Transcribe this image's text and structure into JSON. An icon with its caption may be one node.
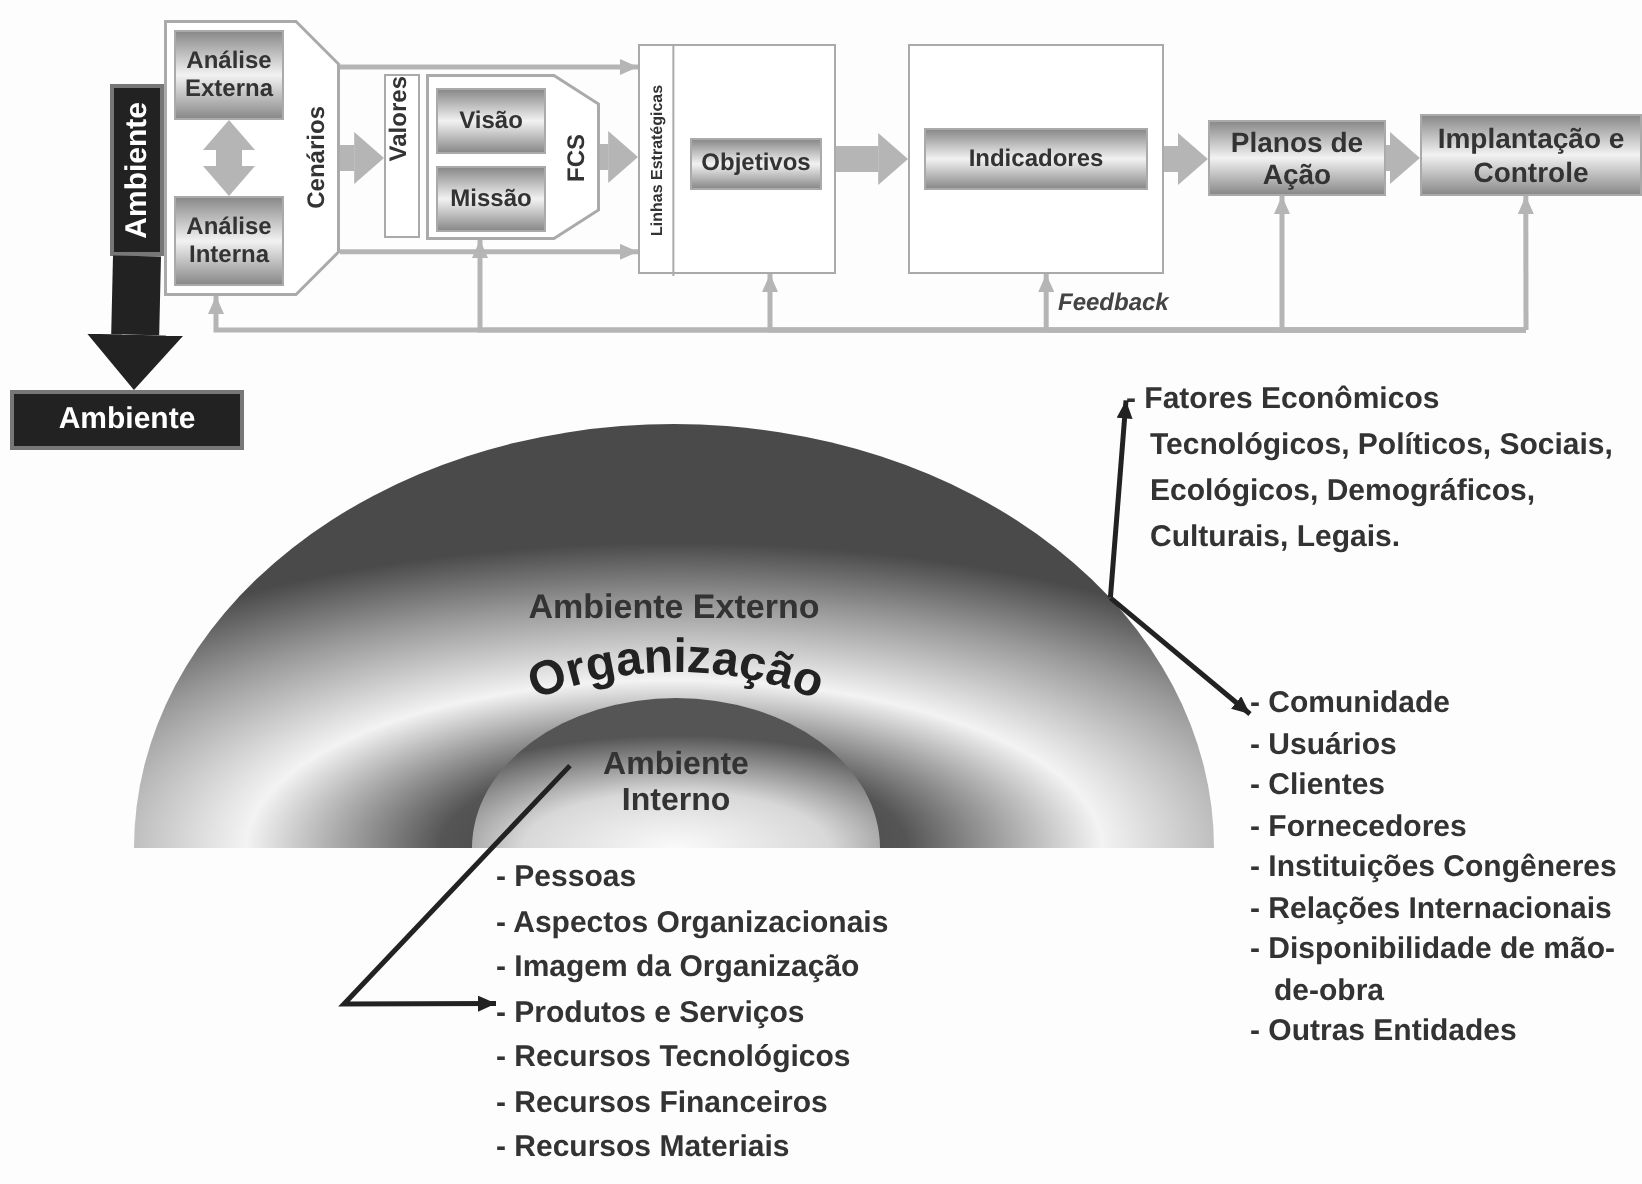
{
  "diagram": {
    "nodes": [
      {
        "text": [
          "Ambiente"
        ]
      },
      {
        "text": [
          "Cenários"
        ]
      },
      {
        "text": [
          "Análise Externa"
        ],
        "in": 1
      },
      {
        "text": [
          "Análise Interna"
        ],
        "in": 1
      },
      {
        "text": [
          "Valores"
        ]
      },
      {
        "text": [
          "FCS"
        ]
      },
      {
        "text": [
          "Visão"
        ],
        "in": 5
      },
      {
        "text": [
          "Missão"
        ],
        "in": 5
      },
      {
        "text": [
          "Linhas Estratégicas"
        ]
      },
      {
        "text": [
          "Objetivos"
        ],
        "in": 8
      },
      {
        "text": [],
        "shape": "box"
      },
      {
        "text": [
          "Indicadores"
        ],
        "in": 10
      },
      {
        "text": [
          "Planos de Ação"
        ]
      },
      {
        "text": [
          "Implantação e Controle"
        ]
      },
      {
        "text": [
          "Ambiente"
        ]
      },
      {
        "text": [
          "Ambiente Externo",
          "Organização"
        ]
      },
      {
        "text": [
          "Ambiente Interno"
        ],
        "in": 15
      },
      {
        "text": [
          "- Fatores Econômicos Tecnológicos, Políticos, Sociais, Ecológicos, Demográficos, Culturais, Legais."
        ]
      },
      {
        "text": [
          "- Comunidade",
          "- Usuários",
          "- Clientes",
          "- Fornecedores",
          "- Instituições Congêneres",
          "- Relações Internacionais",
          "- Disponibilidade de mão-de-obra",
          "- Outras Entidades"
        ]
      },
      {
        "text": [
          "- Pessoas",
          "- Aspectos Organizacionais",
          "- Imagem da Organização",
          "- Produtos e Serviços",
          "- Recursos Tecnológicos",
          "- Recursos Financeiros",
          "- Recursos Materiais"
        ]
      }
    ],
    "edges": [
      {
        "from": 0,
        "to": 14,
        "arrow": "to",
        "style": "thick",
        "color": "#222222"
      },
      {
        "from": 2,
        "to": 3,
        "arrow": "both",
        "style": "thick"
      },
      {
        "from": 1,
        "to": 4,
        "arrow": "to",
        "style": "thick"
      },
      {
        "from": 1,
        "to": 8,
        "arrow": "to"
      },
      {
        "from": 1,
        "to": 8,
        "arrow": "to"
      },
      {
        "from": 5,
        "to": 8,
        "arrow": "to",
        "style": "thick"
      },
      {
        "from": 8,
        "to": 10,
        "arrow": "to",
        "style": "thick"
      },
      {
        "from": 10,
        "to": 12,
        "arrow": "to",
        "style": "thick"
      },
      {
        "from": 12,
        "to": 13,
        "arrow": "to",
        "style": "thick"
      },
      {
        "from": null,
        "to": 1,
        "arrow": "to"
      },
      {
        "from": null,
        "to": 5,
        "arrow": "to"
      },
      {
        "from": null,
        "to": 8,
        "arrow": "to"
      },
      {
        "from": null,
        "to": 10,
        "arrow": "to",
        "label": "Feedback"
      },
      {
        "from": null,
        "to": 12,
        "arrow": "to"
      },
      {
        "from": null,
        "to": 13,
        "arrow": "to"
      },
      {
        "from": 15,
        "to": 17,
        "arrow": "to",
        "color": "#222222"
      },
      {
        "from": 15,
        "to": 18,
        "arrow": "to",
        "color": "#222222"
      },
      {
        "from": 16,
        "to": 19,
        "arrow": "to",
        "color": "#222222"
      }
    ]
  }
}
